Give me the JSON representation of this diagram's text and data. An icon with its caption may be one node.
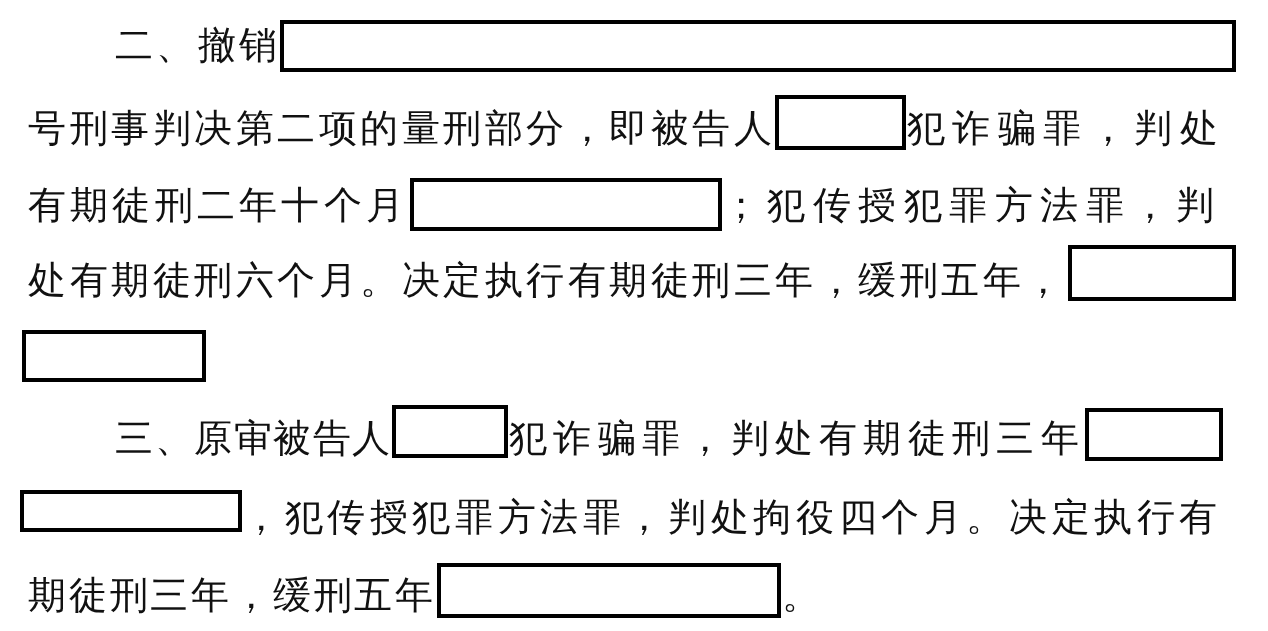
{
  "diagram": {
    "labels": [
      "二、撤销",
      "号刑事判决第二项的量刑部分，即被告人",
      "犯诈骗罪，判处",
      "有期徒刑二年十个月",
      "；犯传授犯罪方法罪，判",
      "处有期徒刑六个月。决定执行有期徒刑三年，缓刑五年，",
      "三、原审被告人",
      "犯诈骗罪，判处有期徒刑三年",
      "，犯传授犯罪方法罪，判处拘役四个月。决定执行有",
      "期徒刑三年，缓刑五年",
      "。"
    ]
  }
}
